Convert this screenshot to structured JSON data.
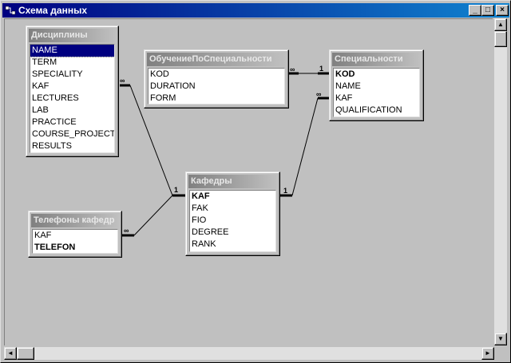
{
  "window": {
    "title": "Схема данных",
    "buttons": {
      "minimize": "_",
      "maximize": "□",
      "close": "×"
    }
  },
  "tables": [
    {
      "id": "disciplines",
      "title": "Дисциплины",
      "fields": [
        {
          "name": "NAME",
          "key": false,
          "selected": true
        },
        {
          "name": "TERM",
          "key": false
        },
        {
          "name": "SPECIALITY",
          "key": false
        },
        {
          "name": "KAF",
          "key": false
        },
        {
          "name": "LECTURES",
          "key": false
        },
        {
          "name": "LAB",
          "key": false
        },
        {
          "name": "PRACTICE",
          "key": false
        },
        {
          "name": "COURSE_PROJECT",
          "key": false
        },
        {
          "name": "RESULTS",
          "key": false
        }
      ]
    },
    {
      "id": "study",
      "title": "ОбучениеПоСпециальности",
      "fields": [
        {
          "name": "KOD",
          "key": false
        },
        {
          "name": "DURATION",
          "key": false
        },
        {
          "name": "FORM",
          "key": false
        }
      ]
    },
    {
      "id": "specialties",
      "title": "Специальности",
      "fields": [
        {
          "name": "KOD",
          "key": true
        },
        {
          "name": "NAME",
          "key": false
        },
        {
          "name": "KAF",
          "key": false
        },
        {
          "name": "QUALIFICATION",
          "key": false
        }
      ]
    },
    {
      "id": "phones",
      "title": "Телефоны кафедр",
      "fields": [
        {
          "name": "KAF",
          "key": false
        },
        {
          "name": "TELEFON",
          "key": true
        }
      ]
    },
    {
      "id": "departments",
      "title": "Кафедры",
      "fields": [
        {
          "name": "KAF",
          "key": true
        },
        {
          "name": "FAK",
          "key": false
        },
        {
          "name": "FIO",
          "key": false
        },
        {
          "name": "DEGREE",
          "key": false
        },
        {
          "name": "RANK",
          "key": false
        }
      ]
    }
  ],
  "relationships": [
    {
      "from": "disciplines",
      "to": "departments",
      "from_card": "∞",
      "to_card": "1"
    },
    {
      "from": "study",
      "to": "specialties",
      "from_card": "∞",
      "to_card": "1"
    },
    {
      "from": "specialties",
      "to": "departments",
      "from_card": "∞",
      "to_card": "1"
    },
    {
      "from": "phones",
      "to": "departments",
      "from_card": "∞",
      "to_card": "1"
    }
  ],
  "scrollbars": {
    "up_arrow": "▲",
    "down_arrow": "▼",
    "left_arrow": "◄",
    "right_arrow": "►"
  }
}
